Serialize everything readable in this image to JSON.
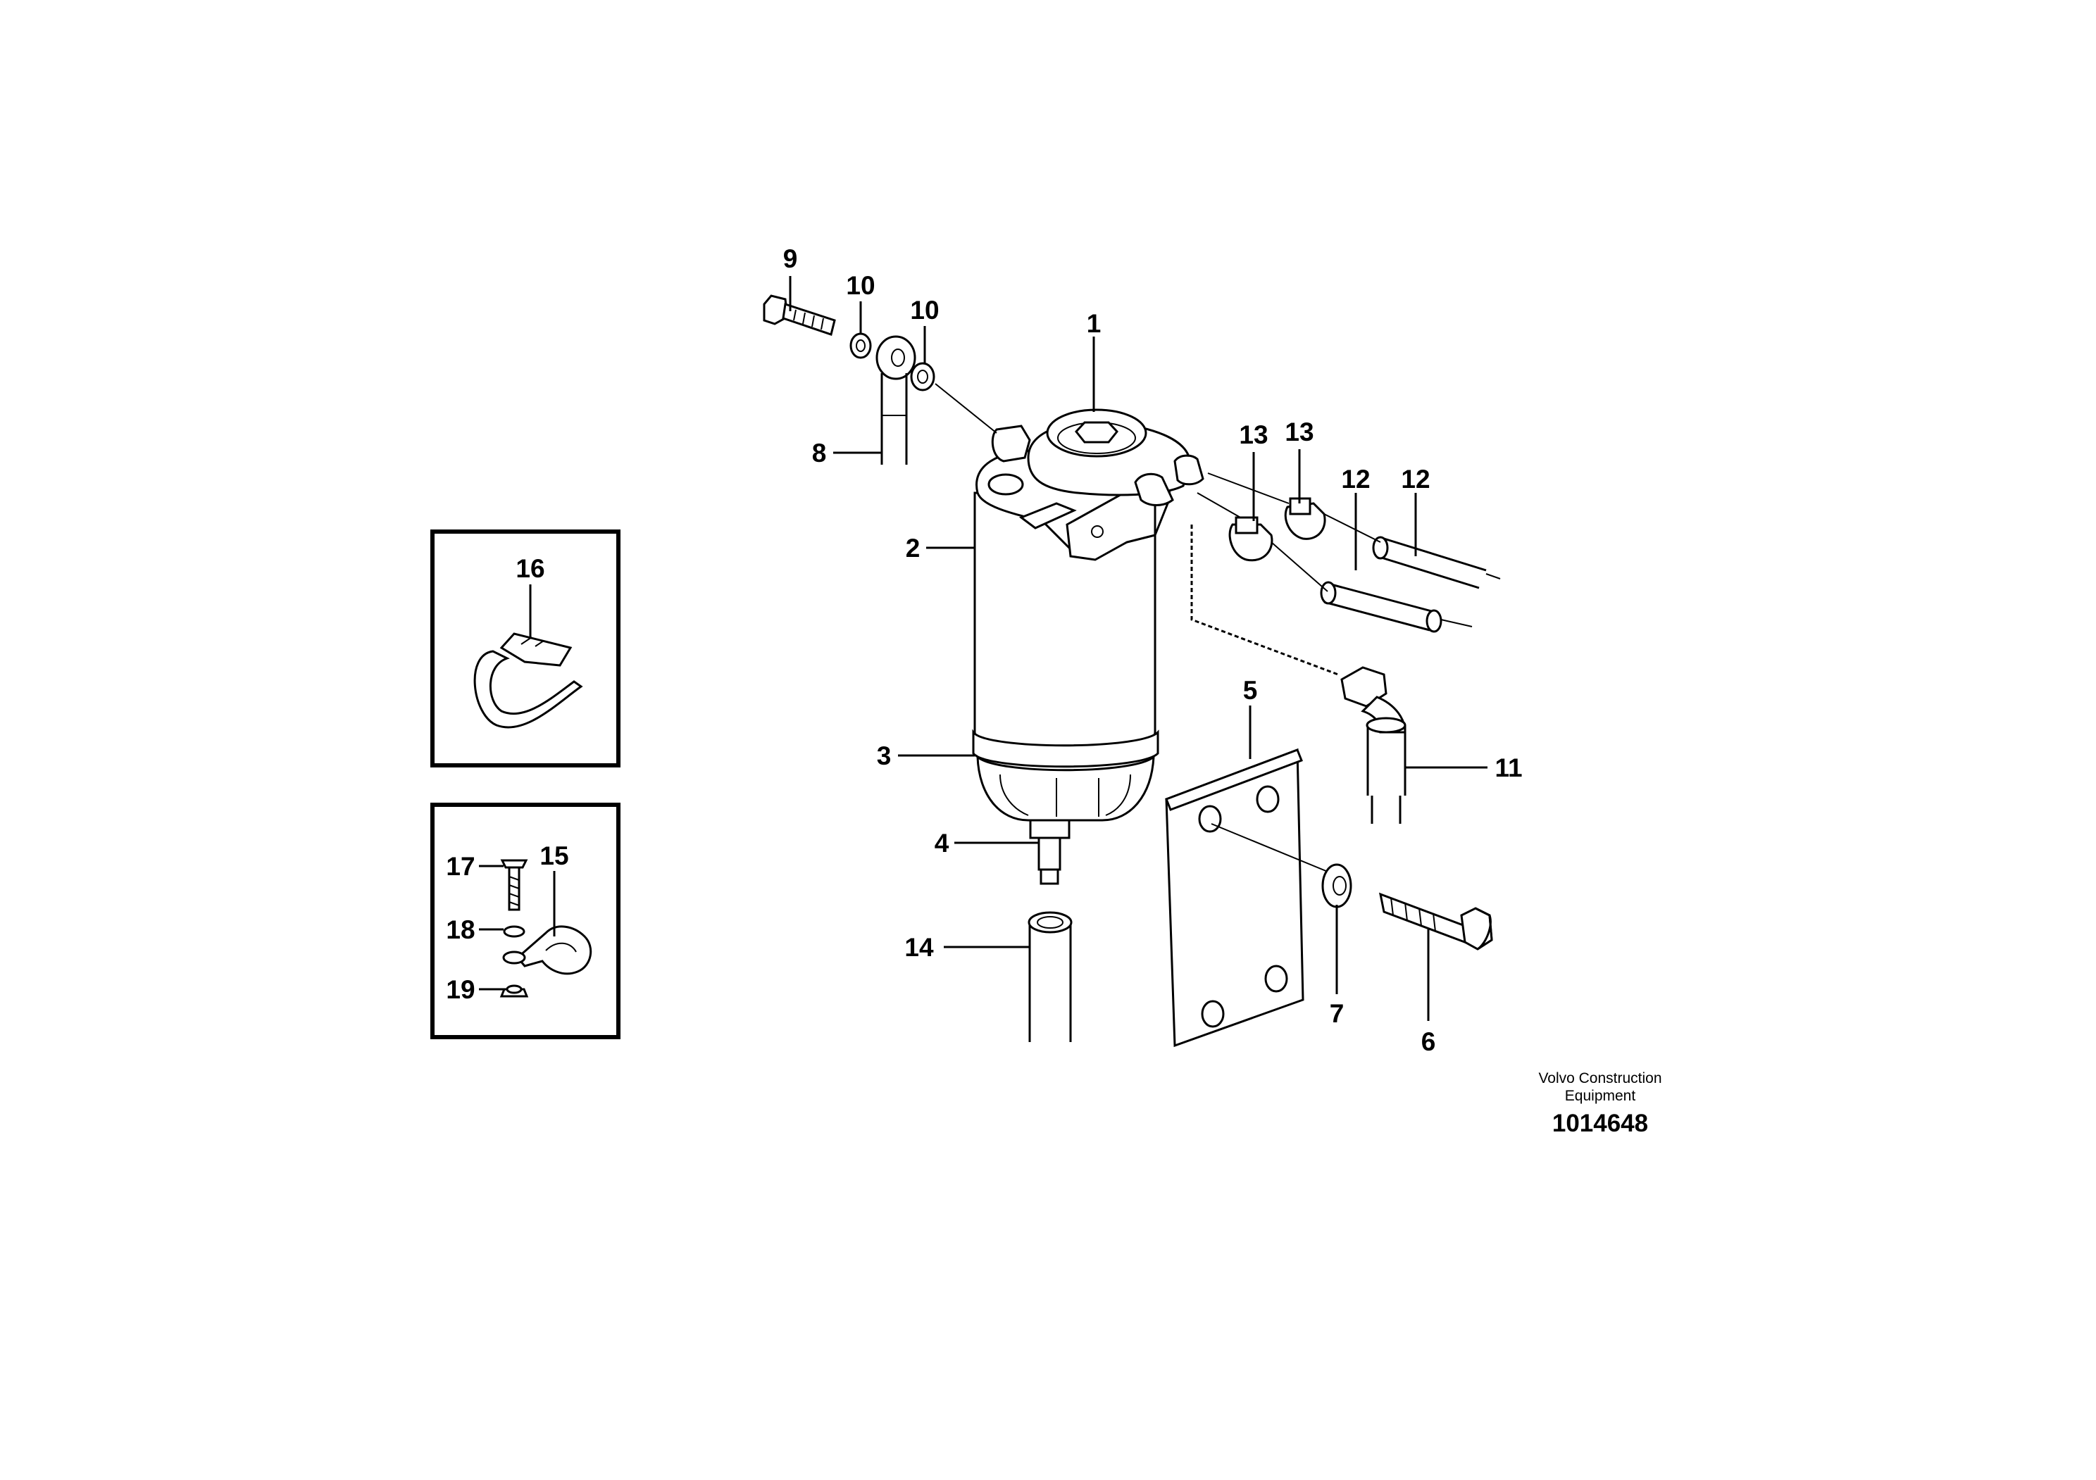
{
  "diagram": {
    "callouts": [
      "1",
      "2",
      "3",
      "4",
      "5",
      "6",
      "7",
      "8",
      "9",
      "10",
      "10",
      "11",
      "12",
      "12",
      "13",
      "13",
      "14",
      "15",
      "16",
      "17",
      "18",
      "19"
    ]
  },
  "footer": {
    "line1": "Volvo Construction",
    "line2": "Equipment",
    "drawing_number": "1014648"
  }
}
